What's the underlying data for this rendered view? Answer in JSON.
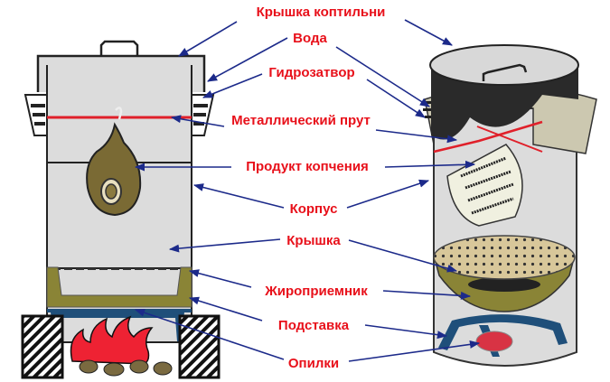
{
  "title": "Схема коптильни с гидрозатвором",
  "labels": {
    "lid": "Крышка коптильни",
    "water": "Вода",
    "water_seal": "Гидрозатвор",
    "metal_rod": "Металлический прут",
    "product": "Продукт копчения",
    "body": "Корпус",
    "cover": "Крышка",
    "drip_tray": "Жироприемник",
    "stand": "Подставка",
    "sawdust": "Опилки"
  },
  "colors": {
    "label": "#e8101a",
    "arrow": "#1c2a8a",
    "body_fill": "#dcdcdc",
    "drip_tray": "#8a8436",
    "stand": "#1f4f7a",
    "rod": "#e0202a",
    "fire": "#ee2233"
  }
}
